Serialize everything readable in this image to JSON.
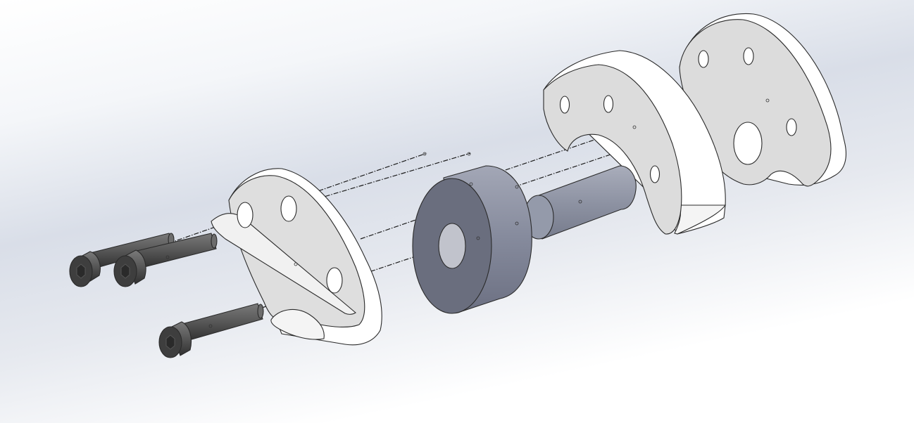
{
  "view": {
    "background_top": "#ffffff",
    "background_band": "#d9dee8",
    "part_white": "#ffffff",
    "part_face": "#dcdcdc",
    "spacer_color": "#7c8094",
    "spacer_front": "#696d7d",
    "pin_color": "#8e93a3",
    "screw_color": "#4d4d4d"
  },
  "parts": [
    {
      "name": "socket-head-cap-screw-upper",
      "icon": "hex-socket-screw"
    },
    {
      "name": "socket-head-cap-screw-middle",
      "icon": "hex-socket-screw"
    },
    {
      "name": "socket-head-cap-screw-lower",
      "icon": "hex-socket-screw"
    },
    {
      "name": "front-clamp-plate",
      "icon": "half-disc-plate"
    },
    {
      "name": "cylindrical-spacer",
      "icon": "cylinder-with-bore"
    },
    {
      "name": "dowel-pin",
      "icon": "solid-cylinder"
    },
    {
      "name": "c-shaped-bracket",
      "icon": "arched-bracket"
    },
    {
      "name": "rear-mounting-plate",
      "icon": "half-disc-plate"
    }
  ]
}
